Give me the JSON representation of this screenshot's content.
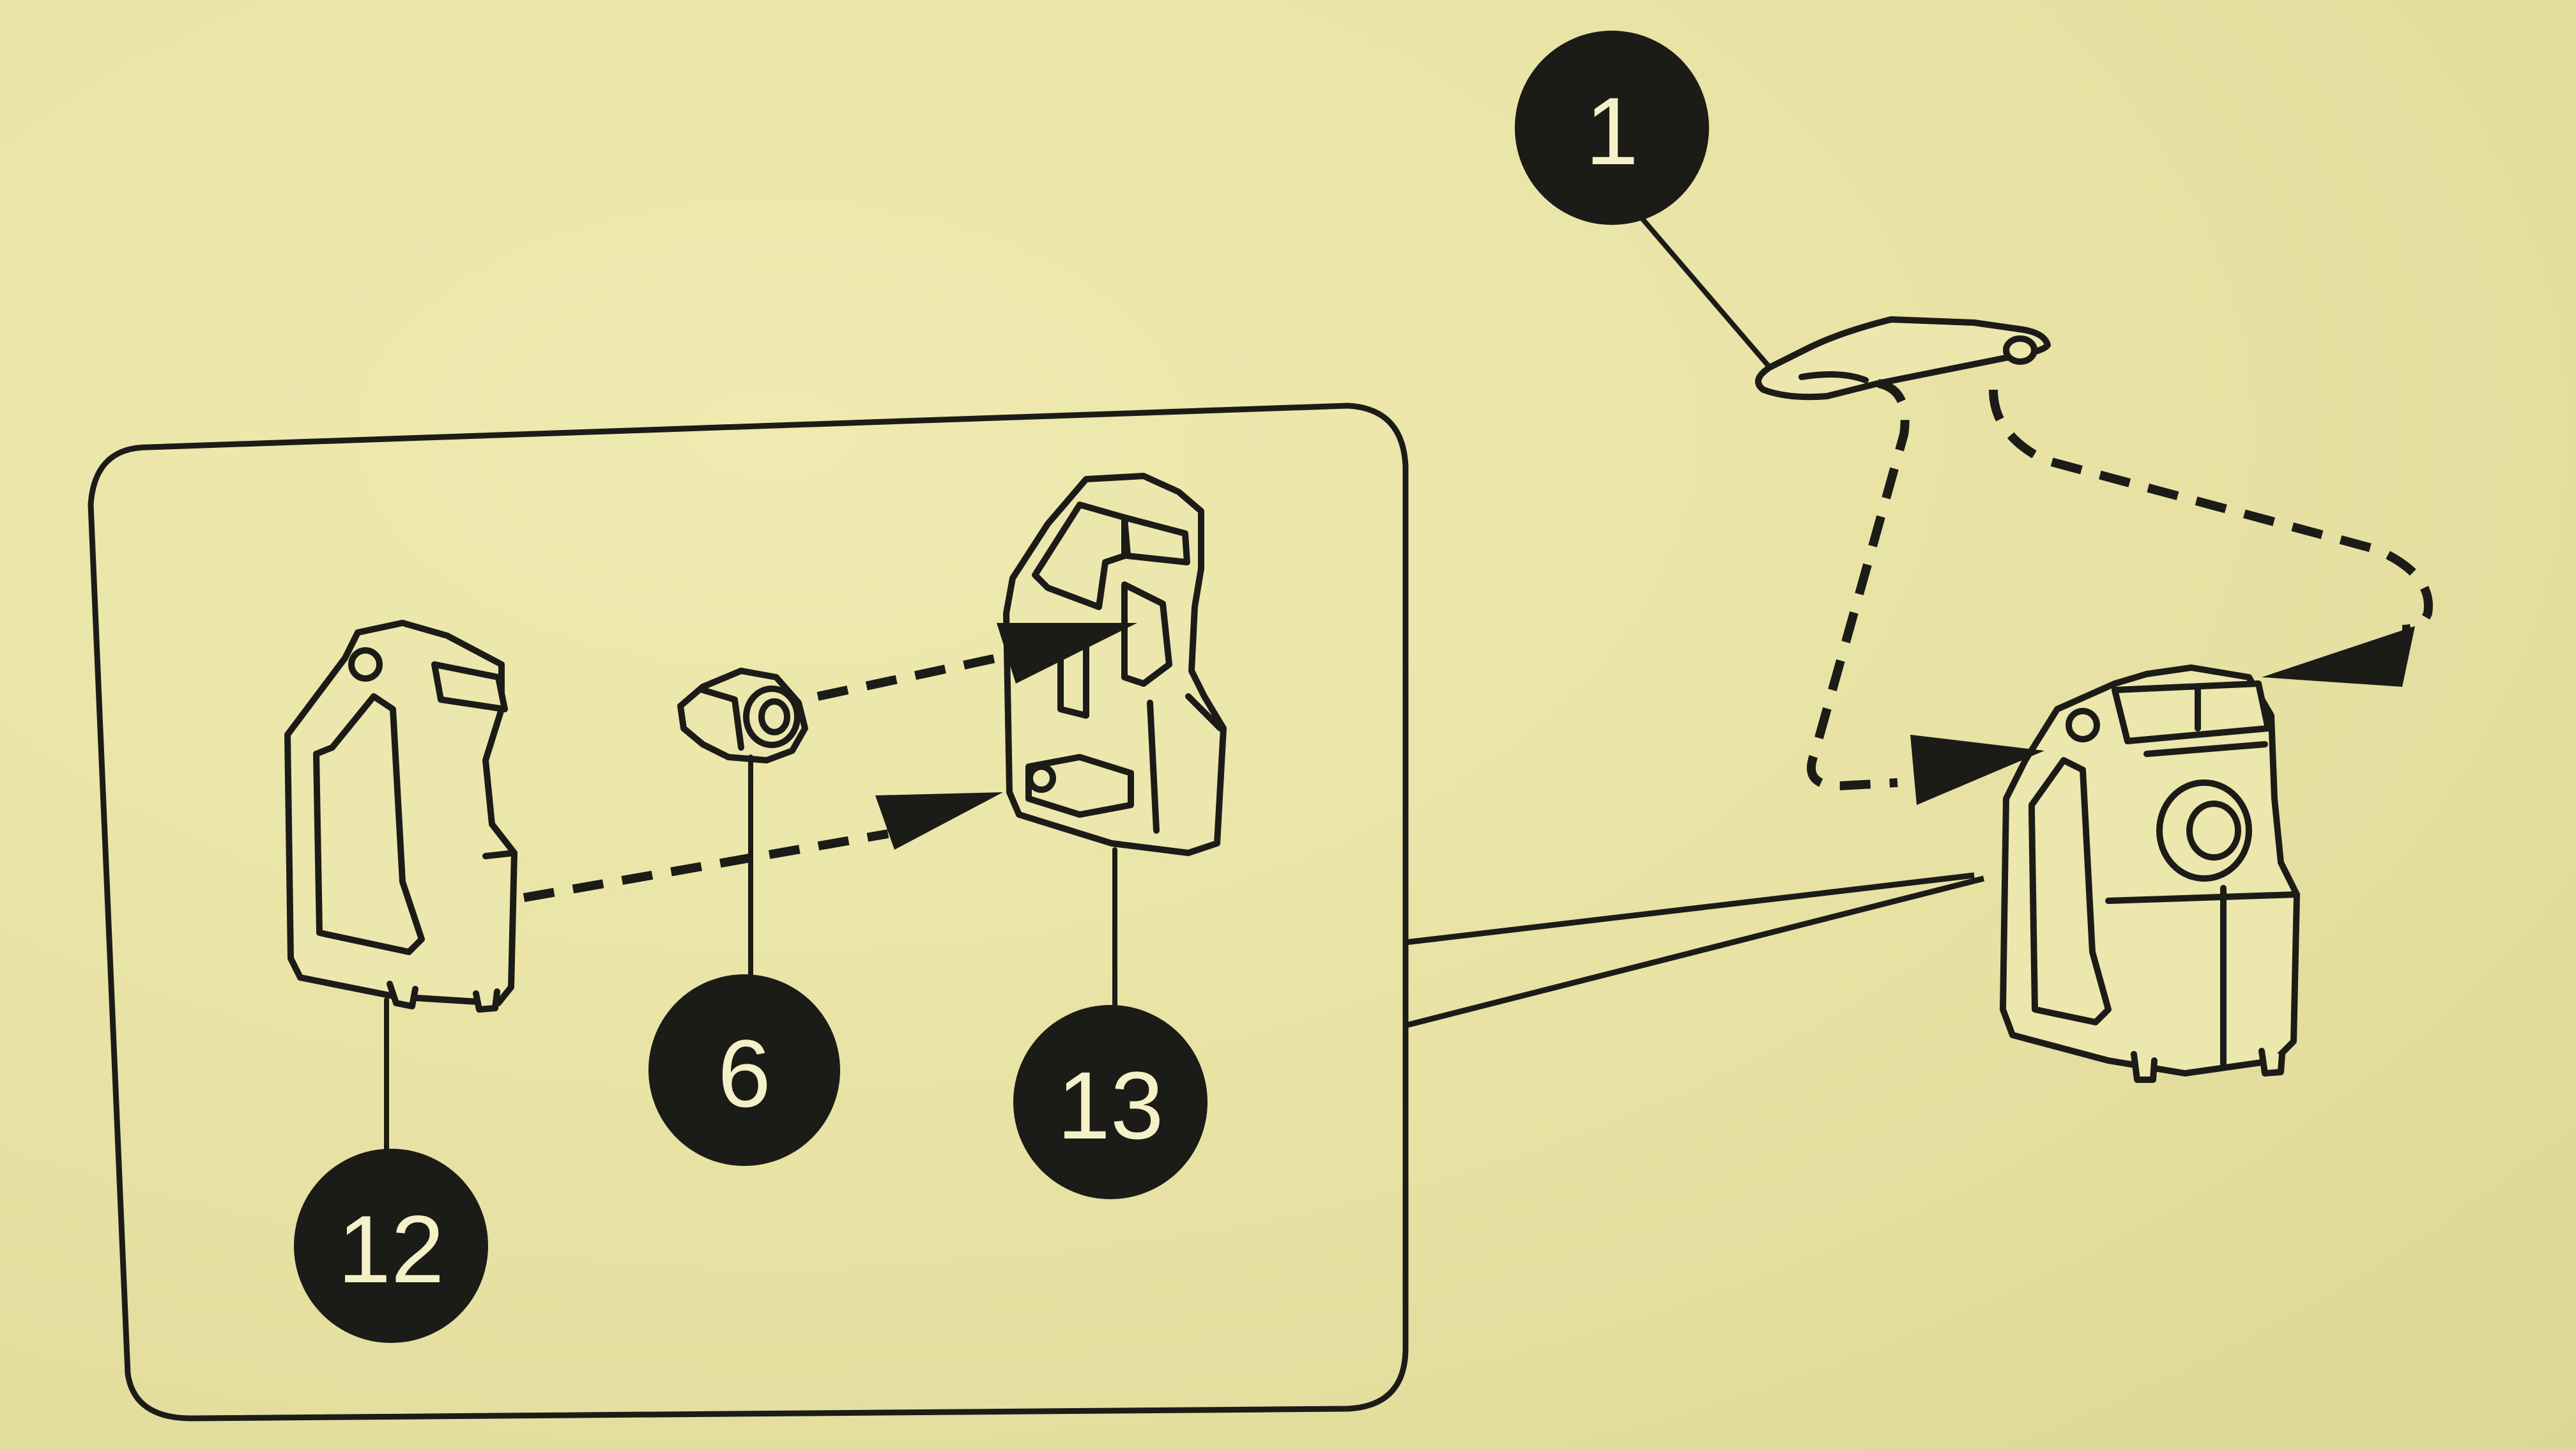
{
  "badges": {
    "part_1": "1",
    "part_6": "6",
    "part_12": "12",
    "part_13": "13"
  },
  "colors": {
    "background": "#e9e4a6",
    "ink": "#1b1b17",
    "badge_text": "#f4f0c8"
  },
  "icons": [
    "clip-part-icon",
    "nut-part-icon",
    "housing-half-icon",
    "housing-base-icon",
    "assembled-housing-icon"
  ]
}
